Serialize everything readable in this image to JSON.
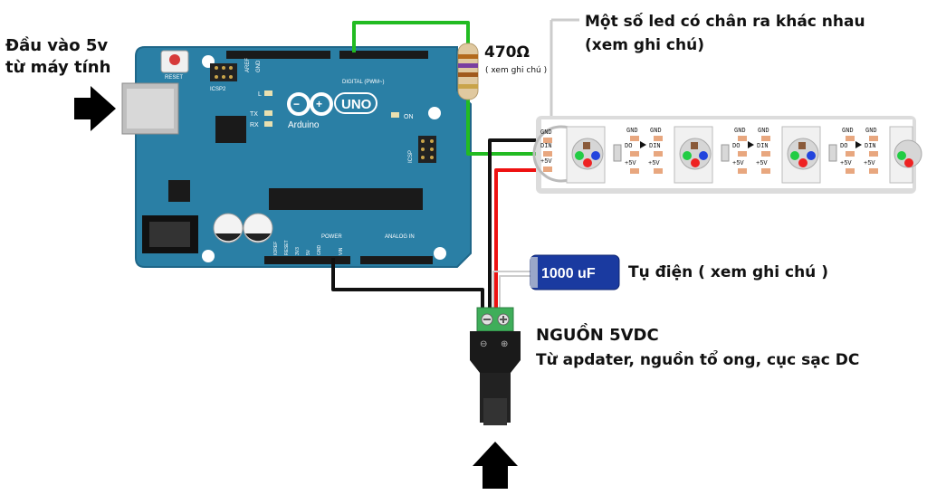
{
  "labels": {
    "input_5v": "Đầu vào 5v",
    "from_computer": "từ máy tính",
    "resistor_value": "470Ω",
    "resistor_note": "( xem ghi chú )",
    "led_note_1": "Một số led có chân ra khác nhau",
    "led_note_2": "(xem ghi chú)",
    "capacitor_value": "1000 uF",
    "capacitor_note": "Tụ điện ( xem ghi chú )",
    "power_title": "NGUỒN 5VDC",
    "power_sources": "Từ apdater, nguồn tổ ong, cục sạc DC"
  },
  "board": {
    "reset": "RESET",
    "icsp2": "ICSP2",
    "icsp": "ICSP",
    "brand": "Arduino",
    "model": "UNO",
    "on": "ON",
    "l": "L",
    "tx": "TX",
    "rx": "RX",
    "digital": "DIGITAL (PWM~)",
    "power": "POWER",
    "analog_in": "ANALOG IN",
    "aref": "AREF",
    "gnd": "GND",
    "ioref": "IOREF",
    "reset_pin": "RESET",
    "v33": "3V3",
    "v5": "5V",
    "vin": "VIN"
  },
  "strip": {
    "gnd": "GND",
    "din": "DIN",
    "do": "DO",
    "v5": "+5V"
  },
  "terminal": {
    "minus": "⊖",
    "plus": "⊕"
  },
  "colors": {
    "board": "#2a7fa5",
    "board_dark": "#1f6789",
    "wire_green": "#22bb22",
    "wire_black": "#111111",
    "wire_red": "#ee1111",
    "capacitor": "#1a3aa0",
    "terminal": "#3fae5a",
    "pad": "#e8a77f"
  }
}
